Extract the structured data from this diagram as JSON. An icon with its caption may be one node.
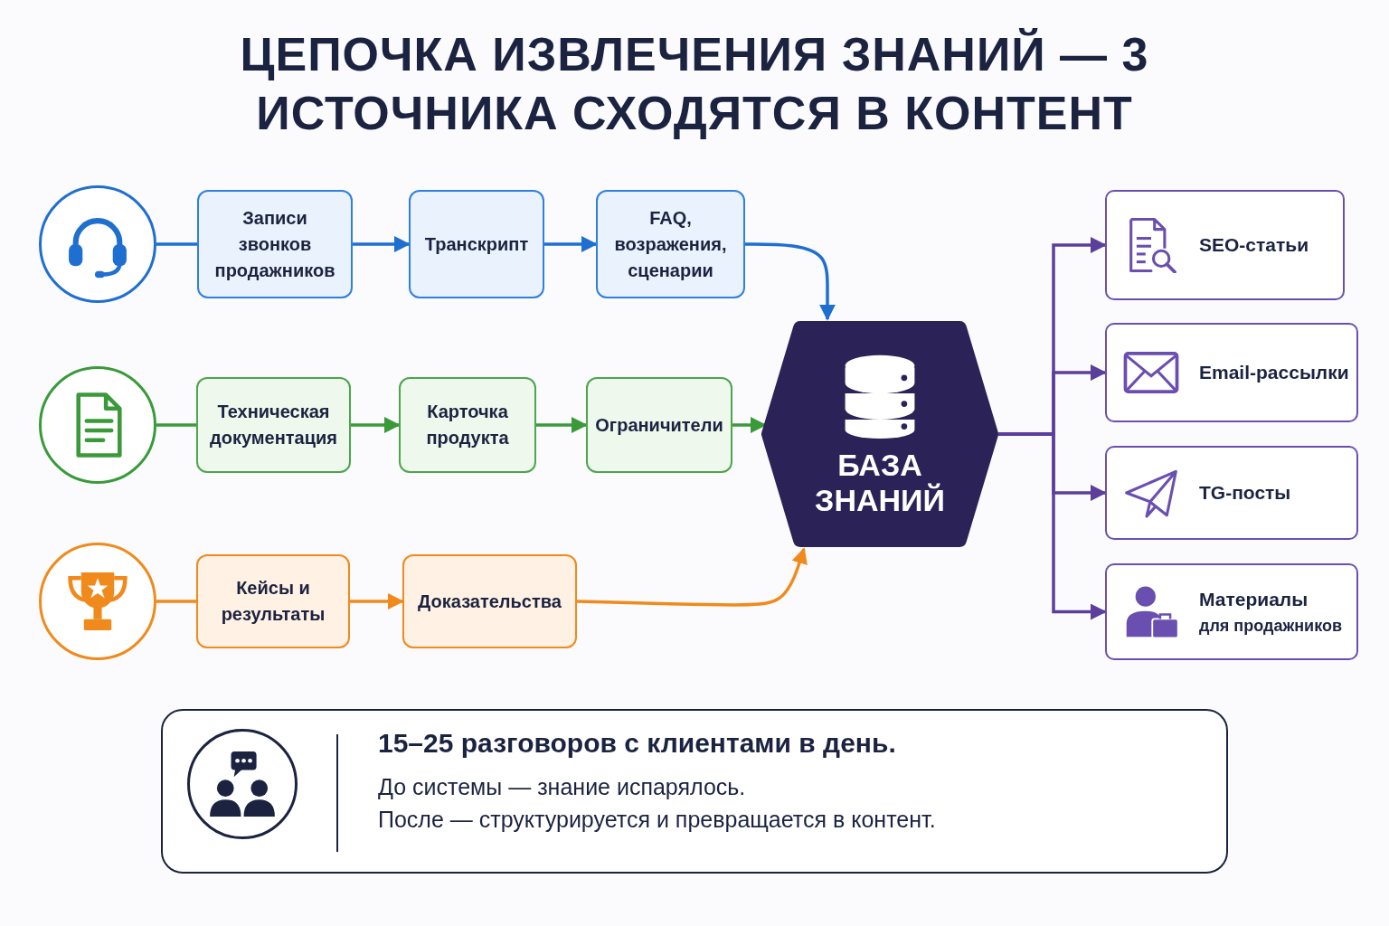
{
  "diagram": {
    "title": "ЦЕПОЧКА ИЗВЛЕЧЕНИЯ ЗНАНИЙ — 3 ИСТОЧНИКА СХОДЯТСЯ В КОНТЕНТ",
    "nodes": [
      {
        "text": [],
        "shape": "circle"
      },
      {
        "text": [
          "Записи звонков продажников"
        ]
      },
      {
        "text": [
          "Транскрипт"
        ]
      },
      {
        "text": [
          "FAQ, возражения, сценарии"
        ]
      },
      {
        "text": [],
        "shape": "circle"
      },
      {
        "text": [
          "Техническая документация"
        ]
      },
      {
        "text": [
          "Карточка продукта"
        ]
      },
      {
        "text": [
          "Ограничители"
        ]
      },
      {
        "text": [],
        "shape": "circle"
      },
      {
        "text": [
          "Кейсы и результаты"
        ]
      },
      {
        "text": [
          "Доказательства"
        ]
      },
      {
        "text": [
          "БАЗА ЗНАНИЙ"
        ]
      },
      {
        "text": [
          "SEO-статьи"
        ]
      },
      {
        "text": [
          "Email-рассылки"
        ]
      },
      {
        "text": [
          "TG-посты"
        ]
      },
      {
        "text": [
          "Материалы",
          "для продажников"
        ]
      },
      {
        "text": [
          "15–25 разговоров с клиентами в день.",
          "До системы — знание испарялось.",
          "После — структурируется и превращается в контент."
        ]
      }
    ],
    "edges": [
      {
        "from": 0,
        "to": 1,
        "arrow": "none",
        "color": "#1f6fd1"
      },
      {
        "from": 1,
        "to": 2,
        "arrow": "to",
        "color": "#1f6fd1"
      },
      {
        "from": 2,
        "to": 3,
        "arrow": "to",
        "color": "#1f6fd1"
      },
      {
        "from": 3,
        "to": 11,
        "arrow": "to",
        "color": "#1f6fd1"
      },
      {
        "from": 4,
        "to": 5,
        "arrow": "none",
        "color": "#3a9a3a"
      },
      {
        "from": 5,
        "to": 6,
        "arrow": "to",
        "color": "#3a9a3a"
      },
      {
        "from": 6,
        "to": 7,
        "arrow": "to",
        "color": "#3a9a3a"
      },
      {
        "from": 7,
        "to": 11,
        "arrow": "to",
        "color": "#3a9a3a"
      },
      {
        "from": 8,
        "to": 9,
        "arrow": "none",
        "color": "#f08a1c"
      },
      {
        "from": 9,
        "to": 10,
        "arrow": "to",
        "color": "#f08a1c"
      },
      {
        "from": 10,
        "to": 11,
        "arrow": "to",
        "color": "#f08a1c"
      },
      {
        "from": 11,
        "to": 12,
        "arrow": "to",
        "color": "#5b3f9b"
      },
      {
        "from": 11,
        "to": 13,
        "arrow": "to",
        "color": "#5b3f9b"
      },
      {
        "from": 11,
        "to": 14,
        "arrow": "to",
        "color": "#5b3f9b"
      },
      {
        "from": 11,
        "to": 15,
        "arrow": "to",
        "color": "#5b3f9b"
      }
    ]
  }
}
